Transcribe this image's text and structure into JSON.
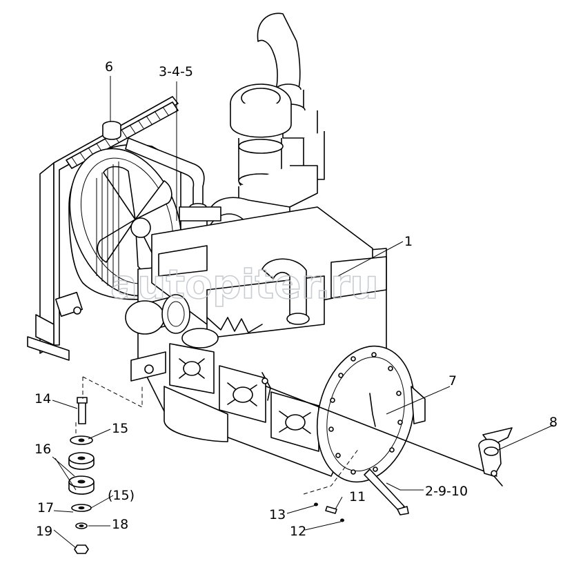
{
  "diagram": {
    "watermark": "autopiter.ru",
    "callouts": {
      "c1": "1",
      "c6": "6",
      "c345": "3-4-5",
      "c7": "7",
      "c8": "8",
      "c2910": "2-9-10",
      "c11": "11",
      "c12": "12",
      "c13": "13",
      "c14": "14",
      "c15": "15",
      "c16": "16",
      "c15b": "(15)",
      "c17": "17",
      "c18": "18",
      "c19": "19"
    }
  }
}
